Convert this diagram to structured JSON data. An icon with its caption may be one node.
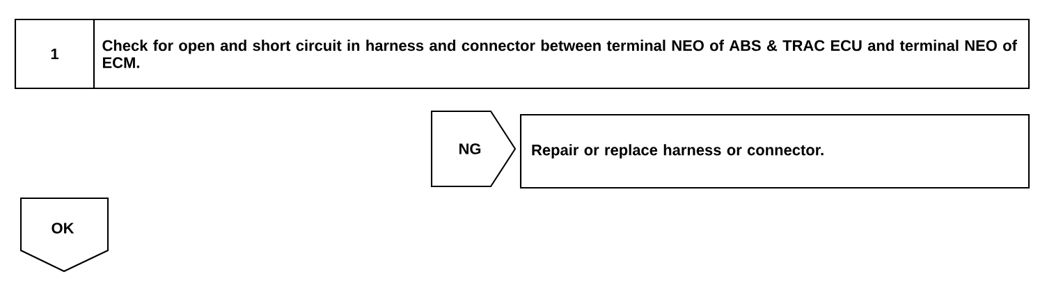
{
  "diagram": {
    "nodes": [
      {
        "text": [
          "1"
        ]
      },
      {
        "text": [
          "Check for open and short circuit in harness and connector between terminal NEO of ABS & TRAC ECU and terminal NEO of ECM."
        ]
      },
      {
        "text": [
          "NG"
        ]
      },
      {
        "text": [
          "Repair or replace harness or connector."
        ]
      },
      {
        "text": [
          "OK"
        ]
      }
    ]
  }
}
